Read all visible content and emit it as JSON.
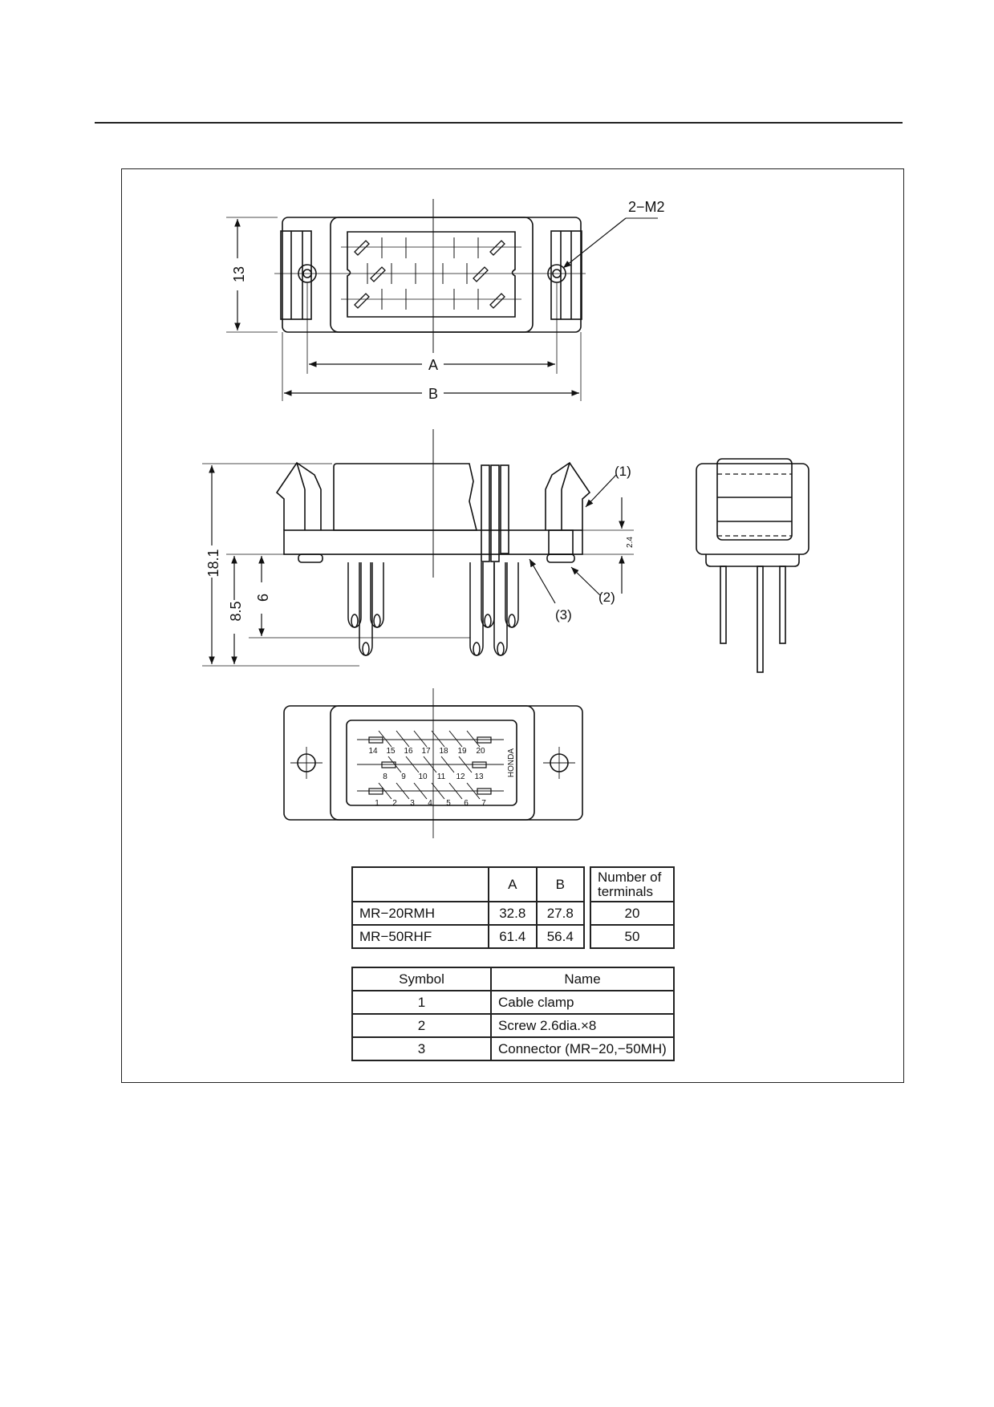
{
  "top_view": {
    "screw_label": "2−M2",
    "dim_a": "A",
    "dim_b": "B",
    "dim_height": "13"
  },
  "side_view": {
    "dim_total": "18.1",
    "dim_pin": "8.5",
    "dim_six": "6",
    "dim_gap": "2.4",
    "callout_1": "(1)",
    "callout_2": "(2)",
    "callout_3": "(3)"
  },
  "bottom_view": {
    "brand": "HONDA",
    "row_top": [
      "14",
      "15",
      "16",
      "17",
      "18",
      "19",
      "20"
    ],
    "row_mid": [
      "8",
      "9",
      "10",
      "11",
      "12",
      "13"
    ],
    "row_bottom": [
      "1",
      "2",
      "3",
      "4",
      "5",
      "6",
      "7"
    ]
  },
  "dims_table": {
    "col_a": "A",
    "col_b": "B",
    "rows": [
      {
        "model": "MR−20RMH",
        "a": "32.8",
        "b": "27.8"
      },
      {
        "model": "MR−50RHF",
        "a": "61.4",
        "b": "56.4"
      }
    ]
  },
  "terminals_table": {
    "header": "Number of terminals",
    "values": [
      "20",
      "50"
    ]
  },
  "parts_table": {
    "col_symbol": "Symbol",
    "col_name": "Name",
    "rows": [
      {
        "symbol": "1",
        "name": "Cable clamp"
      },
      {
        "symbol": "2",
        "name": "Screw 2.6dia.×8"
      },
      {
        "symbol": "3",
        "name": "Connector (MR−20,−50MH)"
      }
    ]
  }
}
